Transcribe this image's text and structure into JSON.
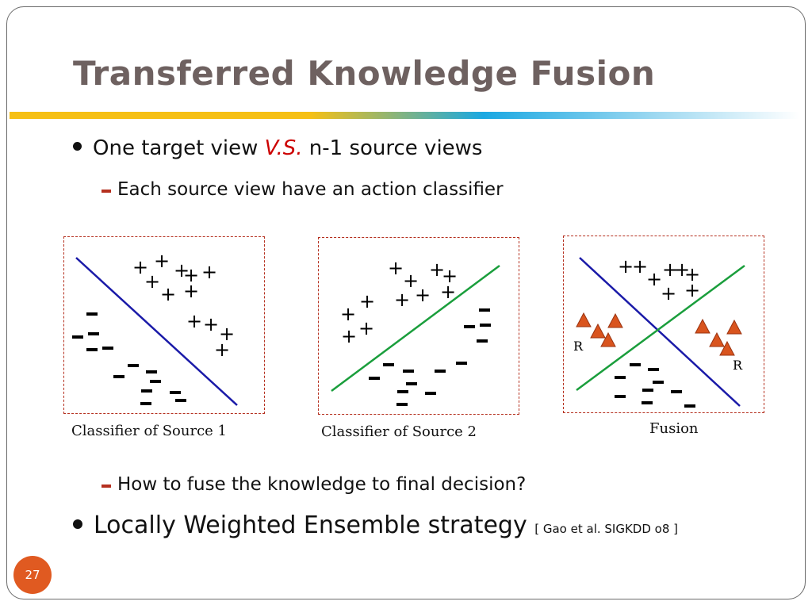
{
  "slide": {
    "title": "Transferred Knowledge Fusion",
    "page_number": "27"
  },
  "bullets": {
    "b1_prefix": "One target view ",
    "b1_vs": "V.S.",
    "b1_suffix": " n-1 source views",
    "sub1": "Each source view have an action classifier",
    "sub2": "How to fuse the knowledge to final decision?",
    "b2_text": "Locally Weighted Ensemble strategy ",
    "b2_ref": "[ Gao et al. SIGKDD o8 ]"
  },
  "panels": [
    {
      "caption": "Classifier of Source 1"
    },
    {
      "caption": "Classifier of Source 2"
    },
    {
      "caption": "Fusion",
      "region_labels": [
        "R",
        "R"
      ]
    }
  ],
  "colors": {
    "title": "#6e6160",
    "accent_dash": "#b5301f",
    "blue_line": "#1a1aa8",
    "green_line": "#1a9e3c",
    "triangle": "#d9541e",
    "page_badge": "#e05a21"
  },
  "symbols": {
    "plus": "+",
    "minus": "minus-mark",
    "triangle": "triangle-icon"
  }
}
